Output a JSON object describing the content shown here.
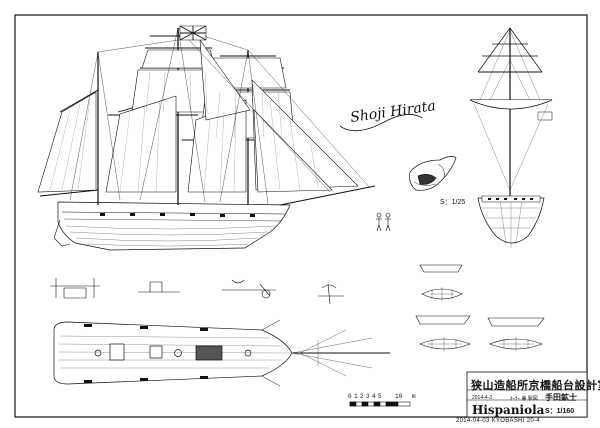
{
  "title_block": {
    "studio": "狭山造船所京橋船台設計室",
    "date": "2014-4-3",
    "drawer_label": "ｵｰﾅｰ 兼 製図",
    "drawer_name": "手田鉱士",
    "ship_name": "Hispaniola",
    "scale": "S：1/160"
  },
  "detail_scale": "S：1/25",
  "ruler_marks": [
    "0",
    "1",
    "2",
    "3",
    "4",
    "5",
    "10"
  ],
  "ruler_unit": "m",
  "footer_note": "2014-04-03 KYOBASHI 20-4",
  "signature": "Shoji Hirata",
  "colors": {
    "ink": "#111111",
    "paper": "#ffffff"
  }
}
